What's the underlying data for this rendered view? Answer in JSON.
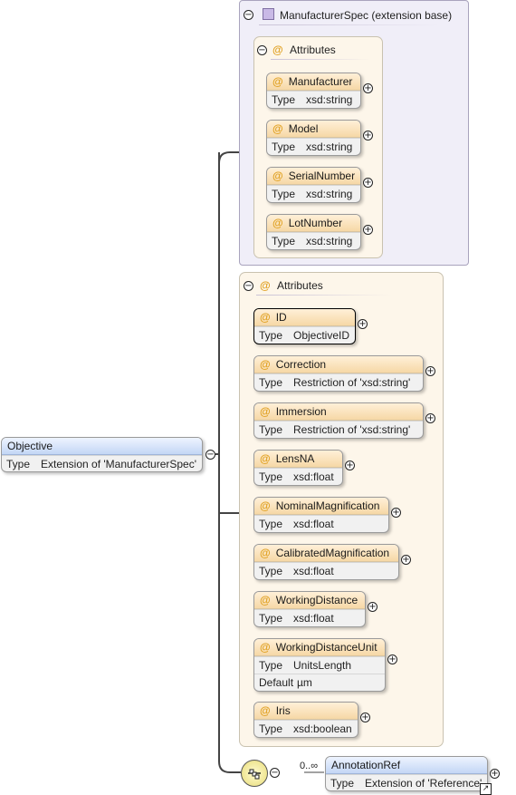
{
  "base_group": {
    "title": "ManufacturerSpec (extension base)",
    "attributes_title": "Attributes",
    "attributes": [
      {
        "name": "Manufacturer",
        "rows": [
          {
            "key": "Type",
            "value": "xsd:string"
          }
        ]
      },
      {
        "name": "Model",
        "rows": [
          {
            "key": "Type",
            "value": "xsd:string"
          }
        ]
      },
      {
        "name": "SerialNumber",
        "rows": [
          {
            "key": "Type",
            "value": "xsd:string"
          }
        ]
      },
      {
        "name": "LotNumber",
        "rows": [
          {
            "key": "Type",
            "value": "xsd:string"
          }
        ]
      }
    ]
  },
  "attr_group": {
    "title": "Attributes",
    "attributes": [
      {
        "name": "ID",
        "rows": [
          {
            "key": "Type",
            "value": "ObjectiveID"
          }
        ]
      },
      {
        "name": "Correction",
        "rows": [
          {
            "key": "Type",
            "value": "Restriction of 'xsd:string'"
          }
        ]
      },
      {
        "name": "Immersion",
        "rows": [
          {
            "key": "Type",
            "value": "Restriction of 'xsd:string'"
          }
        ]
      },
      {
        "name": "LensNA",
        "rows": [
          {
            "key": "Type",
            "value": "xsd:float"
          }
        ]
      },
      {
        "name": "NominalMagnification",
        "rows": [
          {
            "key": "Type",
            "value": "xsd:float"
          }
        ]
      },
      {
        "name": "CalibratedMagnification",
        "rows": [
          {
            "key": "Type",
            "value": "xsd:float"
          }
        ]
      },
      {
        "name": "WorkingDistance",
        "rows": [
          {
            "key": "Type",
            "value": "xsd:float"
          }
        ]
      },
      {
        "name": "WorkingDistanceUnit",
        "rows": [
          {
            "key": "Type",
            "value": "UnitsLength"
          },
          {
            "key": "Default",
            "value": "µm"
          }
        ]
      },
      {
        "name": "Iris",
        "rows": [
          {
            "key": "Type",
            "value": "xsd:boolean"
          }
        ]
      }
    ]
  },
  "root": {
    "name": "Objective",
    "rows": [
      {
        "key": "Type",
        "value": "Extension of 'ManufacturerSpec'"
      }
    ]
  },
  "sequence": {
    "cardinality": "0..∞"
  },
  "annotation_ref": {
    "name": "AnnotationRef",
    "rows": [
      {
        "key": "Type",
        "value": "Extension of 'Reference'"
      }
    ]
  },
  "symbols": {
    "collapse": "−",
    "expand": "+",
    "attribute": "@"
  },
  "colors": {
    "attribute_header": "#f6d8a6",
    "element_header": "#c3d6f5",
    "base_group_bg": "#f0eef8",
    "attr_group_bg": "#fdf6ea",
    "sequence_fill": "#e8dc78"
  }
}
